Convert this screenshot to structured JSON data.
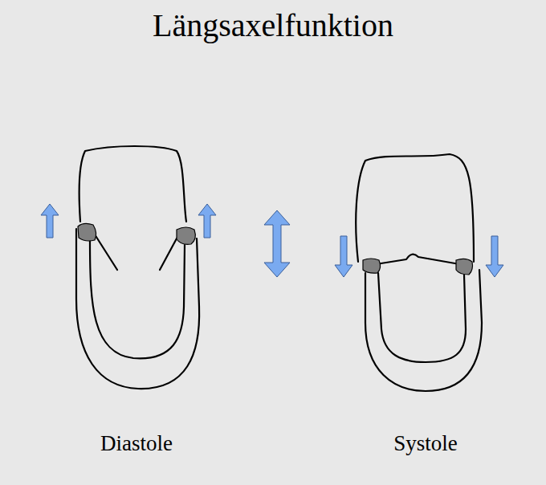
{
  "diagram": {
    "title": "Längsaxelfunktion",
    "labels": [
      "Diastole",
      "Systole"
    ]
  }
}
